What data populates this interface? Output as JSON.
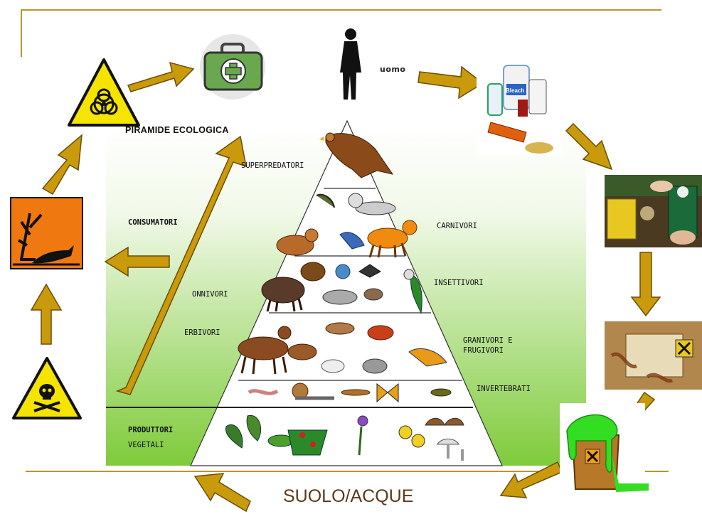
{
  "title": "PIRAMIDE ECOLOGICA",
  "human_label": "uomo",
  "bottom_label": "SUOLO/ACQUE",
  "levels": [
    {
      "name": "SUPERPREDATORI"
    },
    {
      "name": "CARNIVORI"
    },
    {
      "name": "INSETTIVORI"
    },
    {
      "name": "ONNIVORI"
    },
    {
      "name": "ERBIVORI"
    },
    {
      "name": "GRANIVORI E"
    },
    {
      "name": "FRUGIVORI"
    },
    {
      "name": "INVERTEBRATI"
    }
  ],
  "groups": {
    "consumers": "CONSUMATORI",
    "producers_1": "PRODUTTORI",
    "producers_2": "VEGETALI"
  },
  "product_labels": {
    "bleach": "Bleach"
  },
  "colors": {
    "arrow": "#c99a0c",
    "arrow_stroke": "#6b4d05",
    "frame_line": "#b8962e",
    "gradient_top": "#ffffff",
    "gradient_bottom": "#7fcb3b",
    "toxic_green": "#33dd22"
  },
  "icons": [
    "biohazard-icon",
    "first-aid-kit-icon",
    "human-silhouette-icon",
    "household-chemicals-icon",
    "fertilizer-bags-icon",
    "rusty-barrel-icon",
    "leaking-toxic-barrel-icon",
    "environmental-hazard-icon",
    "toxic-skull-icon"
  ]
}
